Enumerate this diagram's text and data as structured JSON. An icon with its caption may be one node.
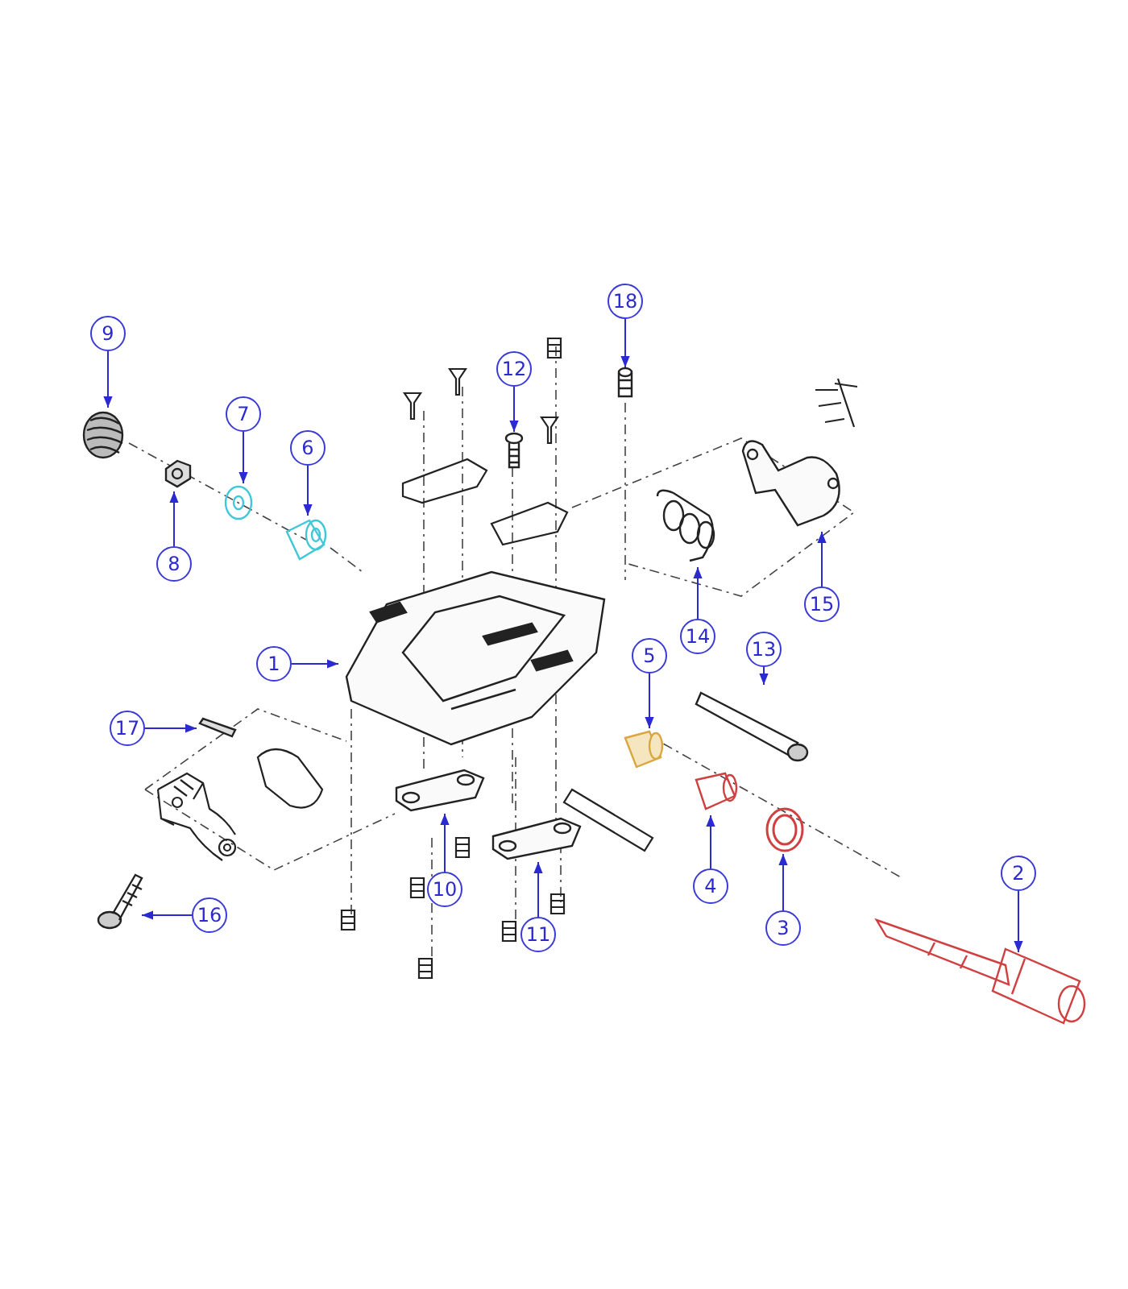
{
  "diagram": {
    "nodes": [
      {
        "text": [
          "1"
        ]
      },
      {
        "text": [
          "2"
        ]
      },
      {
        "text": [
          "3"
        ]
      },
      {
        "text": [
          "4"
        ]
      },
      {
        "text": [
          "5"
        ]
      },
      {
        "text": [
          "6"
        ]
      },
      {
        "text": [
          "7"
        ]
      },
      {
        "text": [
          "8"
        ]
      },
      {
        "text": [
          "9"
        ]
      },
      {
        "text": [
          "10"
        ]
      },
      {
        "text": [
          "11"
        ]
      },
      {
        "text": [
          "12"
        ]
      },
      {
        "text": [
          "13"
        ]
      },
      {
        "text": [
          "14"
        ]
      },
      {
        "text": [
          "15"
        ]
      },
      {
        "text": [
          "16"
        ]
      },
      {
        "text": [
          "17"
        ]
      },
      {
        "text": [
          "18"
        ]
      },
      {
        "text": [],
        "shape": "picture"
      },
      {
        "text": [],
        "shape": "picture"
      },
      {
        "text": [],
        "shape": "picture"
      },
      {
        "text": [],
        "shape": "picture"
      },
      {
        "text": [],
        "shape": "picture"
      },
      {
        "text": [],
        "shape": "picture"
      },
      {
        "text": [],
        "shape": "picture"
      },
      {
        "text": [],
        "shape": "picture"
      },
      {
        "text": [],
        "shape": "picture"
      },
      {
        "text": [],
        "shape": "picture"
      },
      {
        "text": [],
        "shape": "picture"
      },
      {
        "text": [],
        "shape": "picture"
      },
      {
        "text": [],
        "shape": "picture"
      },
      {
        "text": [],
        "shape": "picture"
      },
      {
        "text": [],
        "shape": "picture"
      },
      {
        "text": [],
        "shape": "picture"
      },
      {
        "text": [],
        "shape": "picture"
      },
      {
        "text": [],
        "shape": "picture"
      }
    ],
    "edges": [
      {
        "from": 0,
        "to": 18,
        "arrow": "to"
      },
      {
        "from": 1,
        "to": 19,
        "arrow": "to"
      },
      {
        "from": 2,
        "to": 20,
        "arrow": "to"
      },
      {
        "from": 3,
        "to": 21,
        "arrow": "to"
      },
      {
        "from": 4,
        "to": 22,
        "arrow": "to"
      },
      {
        "from": 5,
        "to": 23,
        "arrow": "to"
      },
      {
        "from": 6,
        "to": 24,
        "arrow": "to"
      },
      {
        "from": 7,
        "to": 25,
        "arrow": "to"
      },
      {
        "from": 8,
        "to": 26,
        "arrow": "to"
      },
      {
        "from": 9,
        "to": 27,
        "arrow": "to"
      },
      {
        "from": 10,
        "to": 28,
        "arrow": "to"
      },
      {
        "from": 11,
        "to": 29,
        "arrow": "to"
      },
      {
        "from": 12,
        "to": 30,
        "arrow": "to"
      },
      {
        "from": 13,
        "to": 31,
        "arrow": "to"
      },
      {
        "from": 14,
        "to": 32,
        "arrow": "to"
      },
      {
        "from": 15,
        "to": 33,
        "arrow": "to"
      },
      {
        "from": 16,
        "to": 34,
        "arrow": "to"
      },
      {
        "from": 17,
        "to": 35,
        "arrow": "to"
      }
    ]
  }
}
